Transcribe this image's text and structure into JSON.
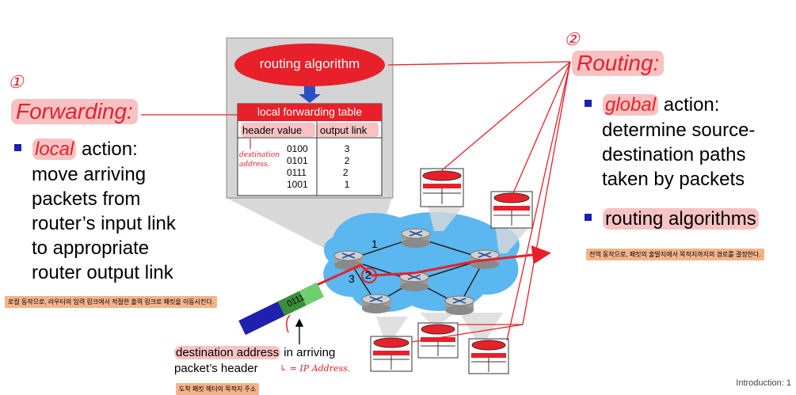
{
  "slide": {
    "footer": "Introduction: 1"
  },
  "forwarding": {
    "number_mark": "①",
    "title": "Forwarding:",
    "bullet_italic": "local",
    "bullet_rest": " action:",
    "lines": [
      "move arriving",
      "packets from",
      "router’s input link",
      "to appropriate",
      "router output link"
    ],
    "note": "로컬 동작으로, 라우터의 입력 링크에서 적절한 출력 링크로 패킷을 이동시킨다."
  },
  "routing": {
    "number_mark": "②",
    "title": "Routing:",
    "bullet1_italic": "global",
    "bullet1_rest": " action:",
    "bullet1_lines": [
      "determine source-",
      "destination paths",
      "taken by packets"
    ],
    "bullet2": "routing algorithms",
    "note": "전역 동작으로, 패킷의 출발지에서 목적지까지의 경로를 결정한다."
  },
  "router_box": {
    "algorithm_label": "routing algorithm",
    "table_title": "local forwarding table",
    "col_header": "header value",
    "col_link": "output link",
    "rows": [
      {
        "header": "0100",
        "link": "3"
      },
      {
        "header": "0101",
        "link": "2"
      },
      {
        "header": "0111",
        "link": "2"
      },
      {
        "header": "1001",
        "link": "1"
      }
    ],
    "annotation": "destination address."
  },
  "network": {
    "port_1": "1",
    "port_2": "2",
    "port_3": "3",
    "packet_value": "0111"
  },
  "packet_caption": {
    "highlight": "destination address",
    "rest": " in arriving",
    "line2": "packet’s header",
    "handwritten": "↳ = IP Address.",
    "note": "도착 패킷 헤더의 목적지 주소"
  },
  "colors": {
    "accent_red": "#e8202a",
    "bullet_blue": "#1f1fb0",
    "cloud_blue": "#5bb7ef",
    "highlight": "#f07878",
    "note_bg": "#f3b38a"
  }
}
